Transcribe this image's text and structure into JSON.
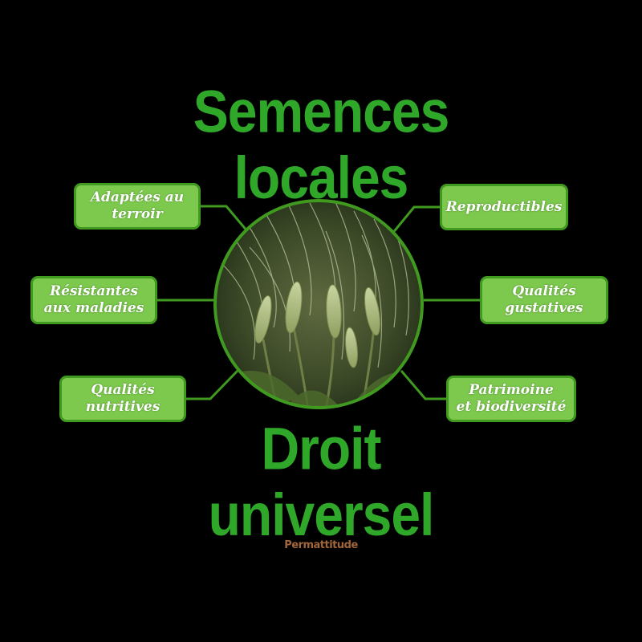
{
  "title": {
    "line1": "Semences",
    "line2": "locales"
  },
  "subtitle": {
    "line1": "Droit",
    "line2": "universel"
  },
  "nodes": [
    {
      "label": "Adaptées au\nterroir"
    },
    {
      "label": "Résistantes\naux maladies"
    },
    {
      "label": "Qualités\nnutritives"
    },
    {
      "label": "Reproductibles"
    },
    {
      "label": "Qualités\ngustatives"
    },
    {
      "label": "Patrimoine\net biodiversité"
    }
  ],
  "center_image": {
    "subject": "barley-ears-photo"
  },
  "credit": "Permattitude",
  "colors": {
    "background": "#000000",
    "title_green": "#2fa82a",
    "node_fill": "#7cc94d",
    "node_border": "#3f9a1f",
    "connector": "#3f9a1f",
    "credit": "#a0663a"
  }
}
